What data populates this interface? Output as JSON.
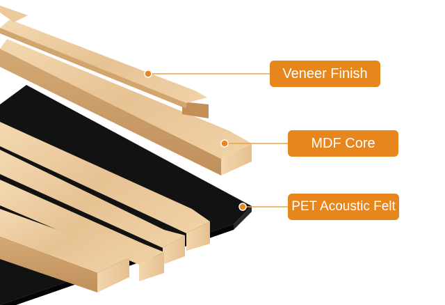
{
  "colors": {
    "accent": "#e6861c",
    "leader": "#e8a04a",
    "wood_light": "#f0d3a7",
    "wood_mid": "#e2b988",
    "wood_dark": "#c99b66",
    "felt": "#161616"
  },
  "labels": {
    "veneer": "Veneer Finish",
    "mdf": "MDF Core",
    "felt": "PET Acoustic Felt"
  }
}
